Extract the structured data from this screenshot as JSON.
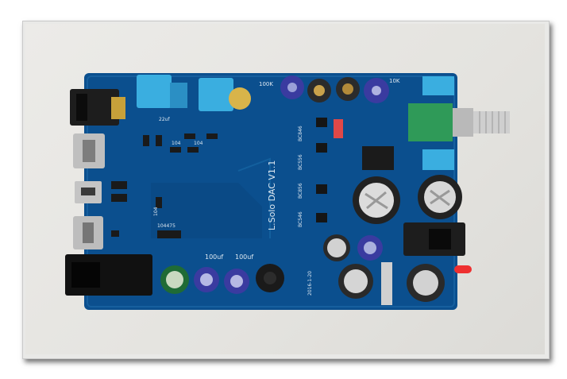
{
  "board": {
    "model_label": "L.Solo DAC V1.1",
    "cap_label_1": "100uf",
    "cap_label_2": "100uf",
    "res_label_100k": "100K",
    "res_label_10k": "10K",
    "label_22uf": "22uf",
    "label_104_a": "104",
    "label_104_b": "104",
    "label_104_c": "104",
    "label_104475": "104475",
    "transistor_1": "BC846",
    "transistor_2": "BC556",
    "transistor_3": "BC856",
    "transistor_4": "BC546",
    "date_code": "2016-1-20"
  },
  "colors": {
    "pcb": "#0b4f8e",
    "cap_blue": "#3aaee0",
    "pot_green": "#2f9a58"
  }
}
